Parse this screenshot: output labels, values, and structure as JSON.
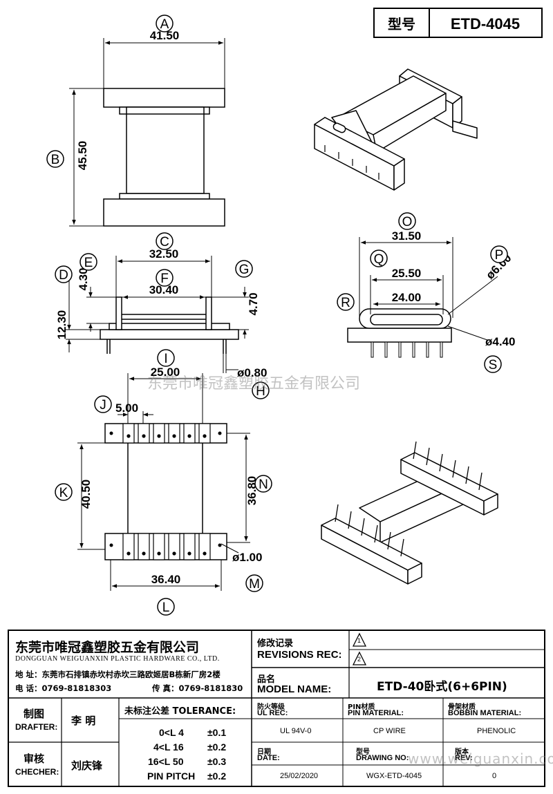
{
  "header": {
    "type_label": "型号",
    "type_value": "ETD-4045"
  },
  "labels": {
    "A": "A",
    "B": "B",
    "C": "C",
    "D": "D",
    "E": "E",
    "F": "F",
    "G": "G",
    "H": "H",
    "I": "I",
    "J": "J",
    "K": "K",
    "L": "L",
    "M": "M",
    "N": "N",
    "O": "O",
    "P": "P",
    "Q": "Q",
    "R": "R",
    "S": "S"
  },
  "dims": {
    "A": "41.50",
    "B": "45.50",
    "C": "32.50",
    "D": "12.30",
    "E": "4.30",
    "F": "30.40",
    "G": "4.70",
    "H": "ø0.80",
    "I": "25.00",
    "J": "5.00",
    "K": "40.50",
    "L": "36.40",
    "M": "ø1.00",
    "N": "36.80",
    "O": "31.50",
    "P": "ø6.00",
    "Q": "25.50",
    "R": "24.00",
    "S": "ø4.40"
  },
  "watermarks": {
    "center": "东莞市唯冠鑫塑胶五金有限公司",
    "bottom": "www.weiguanxin.com"
  },
  "title_block": {
    "company_cn": "东莞市唯冠鑫塑胶五金有限公司",
    "company_en": "DONGGUAN WEIGUANXIN PLASTIC HARDWARE CO., LTD.",
    "address": "地  址：东莞市石排镇赤坎村赤坎三路欧姬居B栋新厂房2楼",
    "phone": "电  话：0769-81818303",
    "fax": "传  真：0769-8181830",
    "rev_cn": "修改记录",
    "rev_en": "REVISIONS REC:",
    "rev1": "1",
    "rev2": "2",
    "model_cn": "品名",
    "model_en": "MODEL NAME:",
    "model_value": "ETD-40卧式(6+6PIN)",
    "drafter_cn": "制图",
    "drafter_en": "DRAFTER:",
    "drafter_name": "李   明",
    "checker_cn": "审核",
    "checker_en": "CHECHER:",
    "checker_name": "刘庆锋",
    "tolerance_title": "未标注公差 TOLERANCE:",
    "tolerances": [
      {
        "range": "0<L  4",
        "tol": "±0.1"
      },
      {
        "range": "4<L  16",
        "tol": "±0.2"
      },
      {
        "range": "16<L  50",
        "tol": "±0.3"
      },
      {
        "range": "PIN PITCH",
        "tol": "±0.2"
      }
    ],
    "ul_cn": "防火等级",
    "ul_en": "UL REC:",
    "ul_value": "UL 94V-0",
    "pin_cn": "PIN材质",
    "pin_en": "PIN MATERIAL:",
    "pin_value": "CP WIRE",
    "bobbin_cn": "骨架材质",
    "bobbin_en": "BOBBIN MATERIAL:",
    "bobbin_value": "PHENOLIC",
    "date_cn": "日期",
    "date_en": "DATE:",
    "date_value": "25/02/2020",
    "drawing_cn": "型号",
    "drawing_en": "DRAWING NO:",
    "drawing_value": "WGX-ETD-4045",
    "version_cn": "版本",
    "version_en": "REV:",
    "version_value": "0"
  }
}
